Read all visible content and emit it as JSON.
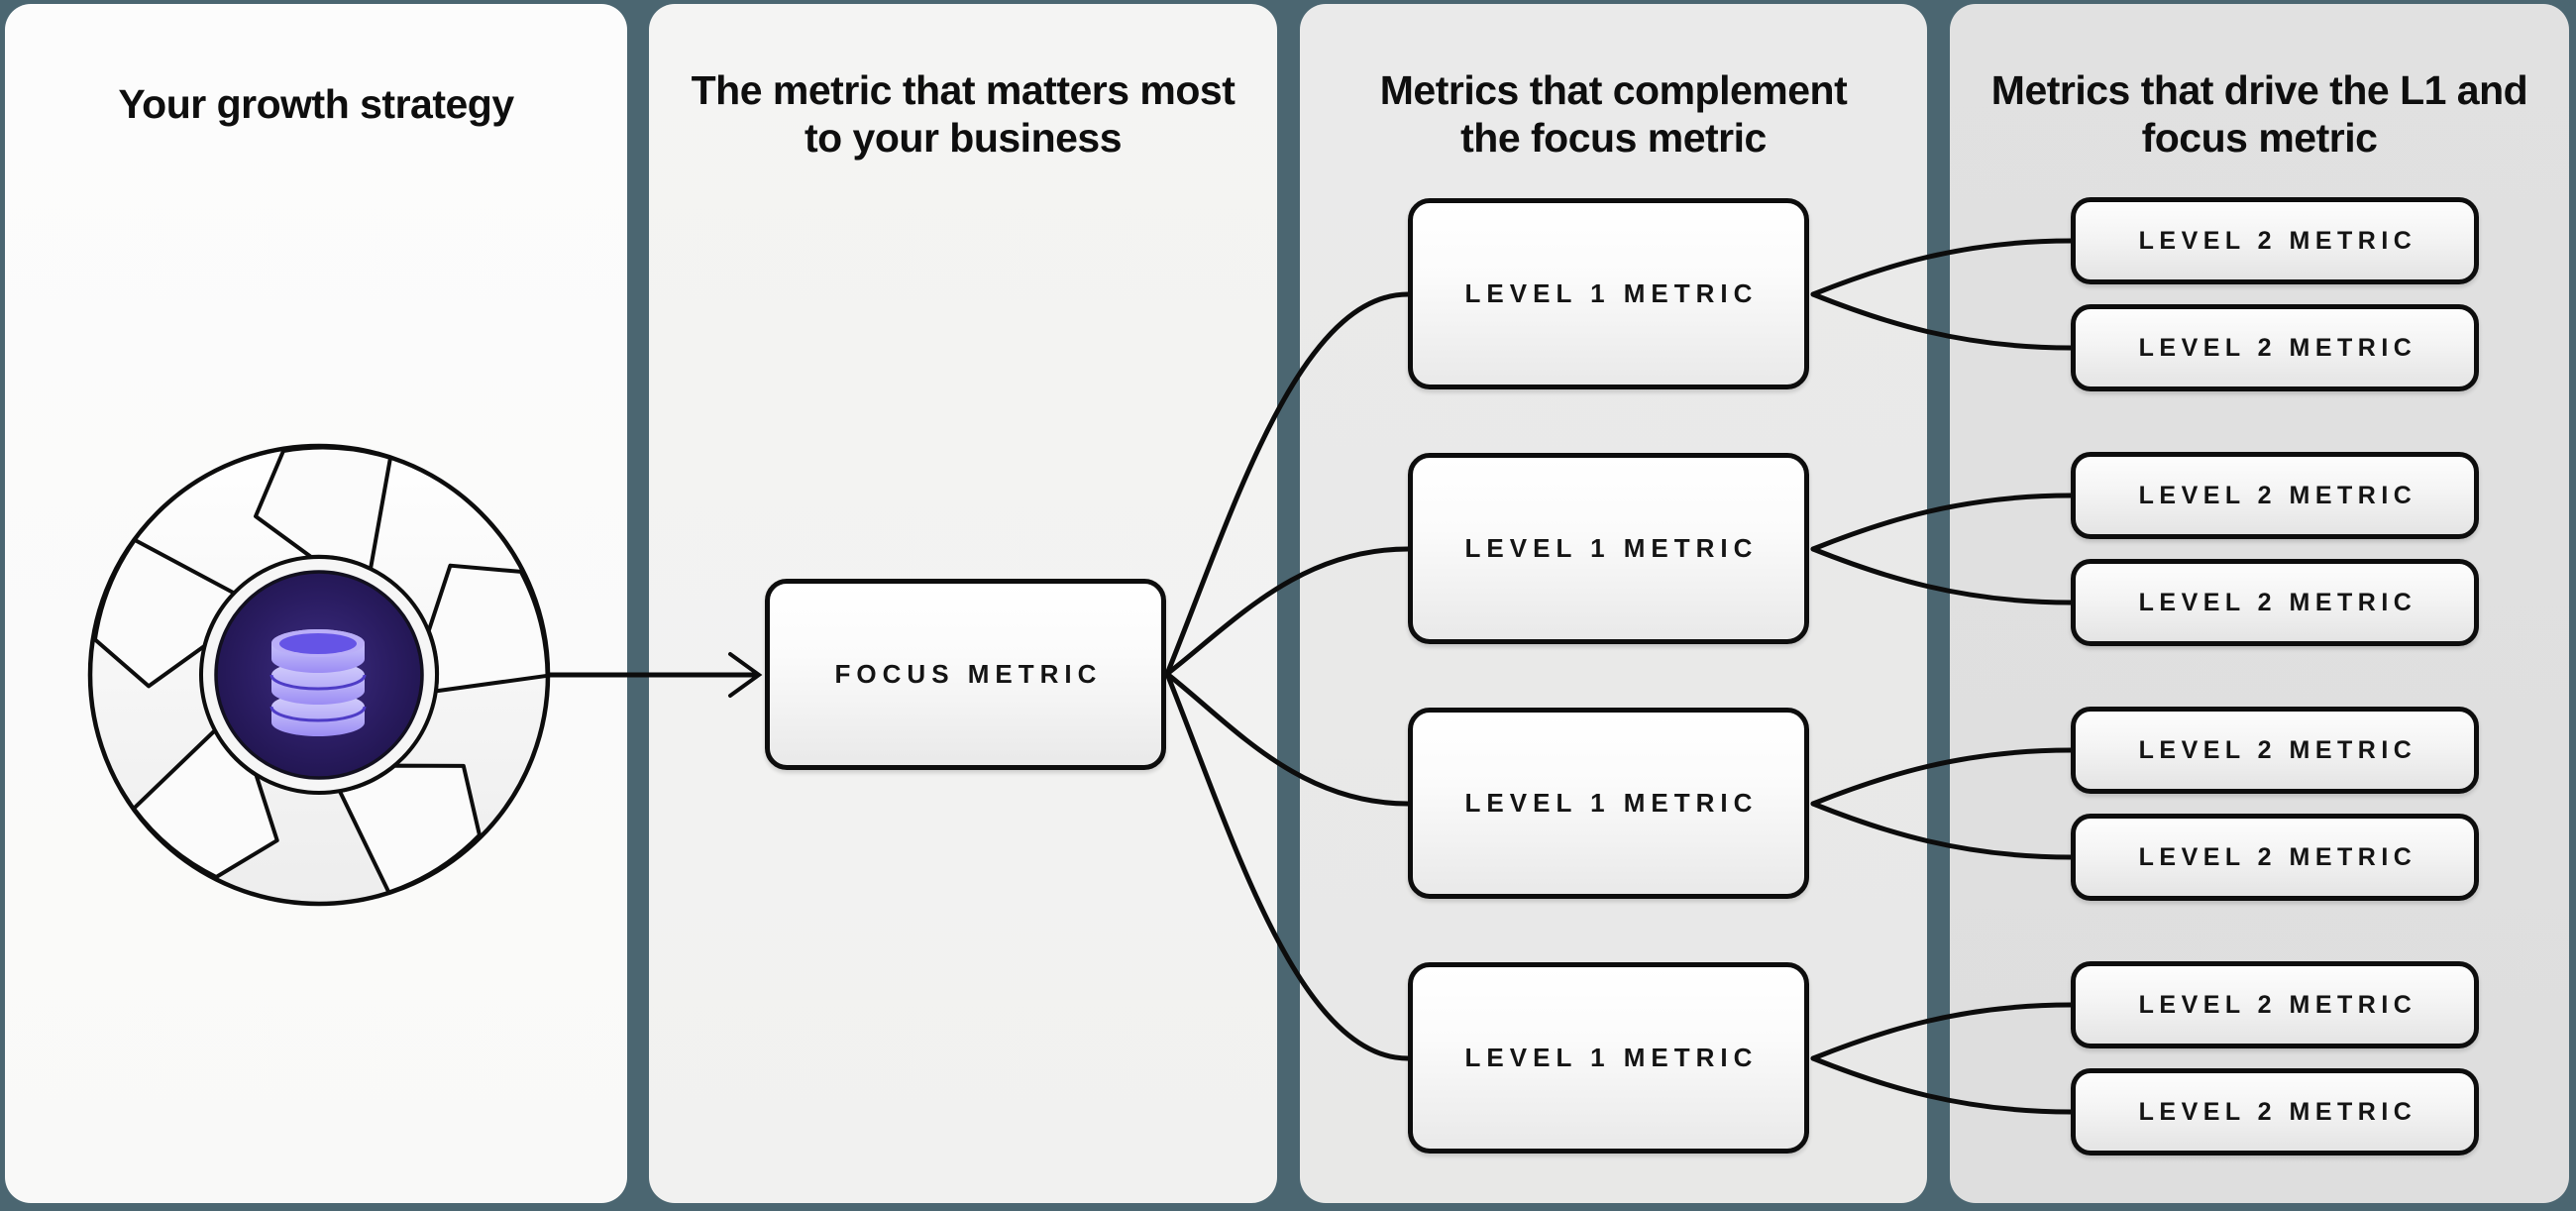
{
  "panels": [
    {
      "title": "Your growth strategy"
    },
    {
      "title": "The metric that matters most to your business"
    },
    {
      "title": "Metrics that complement the focus metric"
    },
    {
      "title": "Metrics that drive the L1 and focus metric"
    }
  ],
  "nodes": {
    "focus": {
      "label": "FOCUS METRIC"
    },
    "level1": [
      {
        "label": "LEVEL 1 METRIC"
      },
      {
        "label": "LEVEL 1 METRIC"
      },
      {
        "label": "LEVEL 1 METRIC"
      },
      {
        "label": "LEVEL 1 METRIC"
      }
    ],
    "level2": [
      {
        "label": "LEVEL 2 METRIC"
      },
      {
        "label": "LEVEL 2 METRIC"
      },
      {
        "label": "LEVEL 2 METRIC"
      },
      {
        "label": "LEVEL 2 METRIC"
      },
      {
        "label": "LEVEL 2 METRIC"
      },
      {
        "label": "LEVEL 2 METRIC"
      },
      {
        "label": "LEVEL 2 METRIC"
      },
      {
        "label": "LEVEL 2 METRIC"
      }
    ]
  },
  "icons": {
    "flywheel": "flywheel-icon",
    "database": "database-icon",
    "arrow": "arrow-right-icon"
  },
  "colors": {
    "background_teal": "#4b6671",
    "panel_1": "#fafafa",
    "panel_2": "#f3f3f2",
    "panel_3": "#e9e9e8",
    "panel_4": "#dfdfdf",
    "line_black": "#0c0c0c",
    "core_purple_dark": "#1d1249",
    "core_purple_mid": "#32246e",
    "db_body_light": "#c9c2fa",
    "db_body": "#a99ef5",
    "db_opening": "#6554e6",
    "db_seam": "#4e3cc6"
  }
}
